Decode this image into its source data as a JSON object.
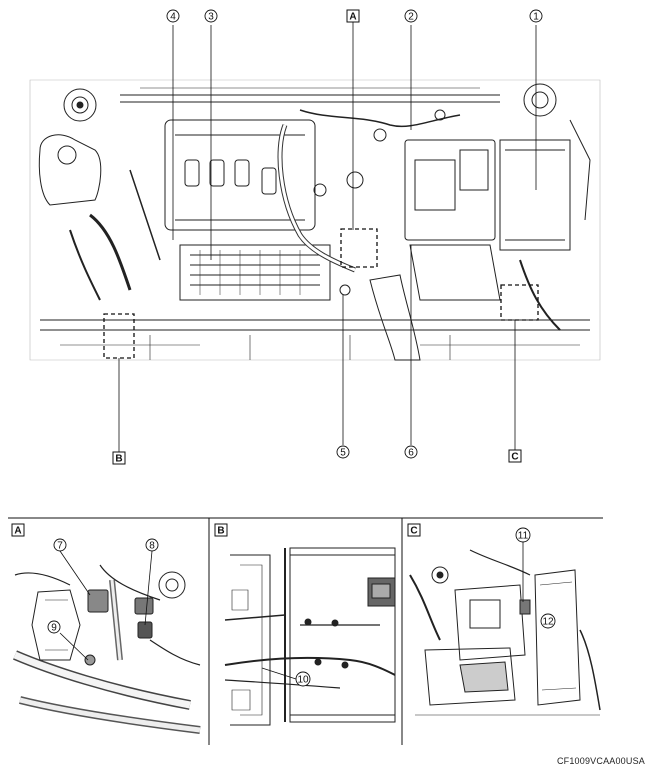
{
  "callouts": {
    "n1": "1",
    "n2": "2",
    "n3": "3",
    "n4": "4",
    "n5": "5",
    "n6": "6",
    "n7": "7",
    "n8": "8",
    "n9": "9",
    "n10": "10",
    "n11": "11",
    "n12": "12"
  },
  "box_labels": {
    "A": "A",
    "B": "B",
    "C": "C"
  },
  "document_id": "CF1009VCAA00USA"
}
